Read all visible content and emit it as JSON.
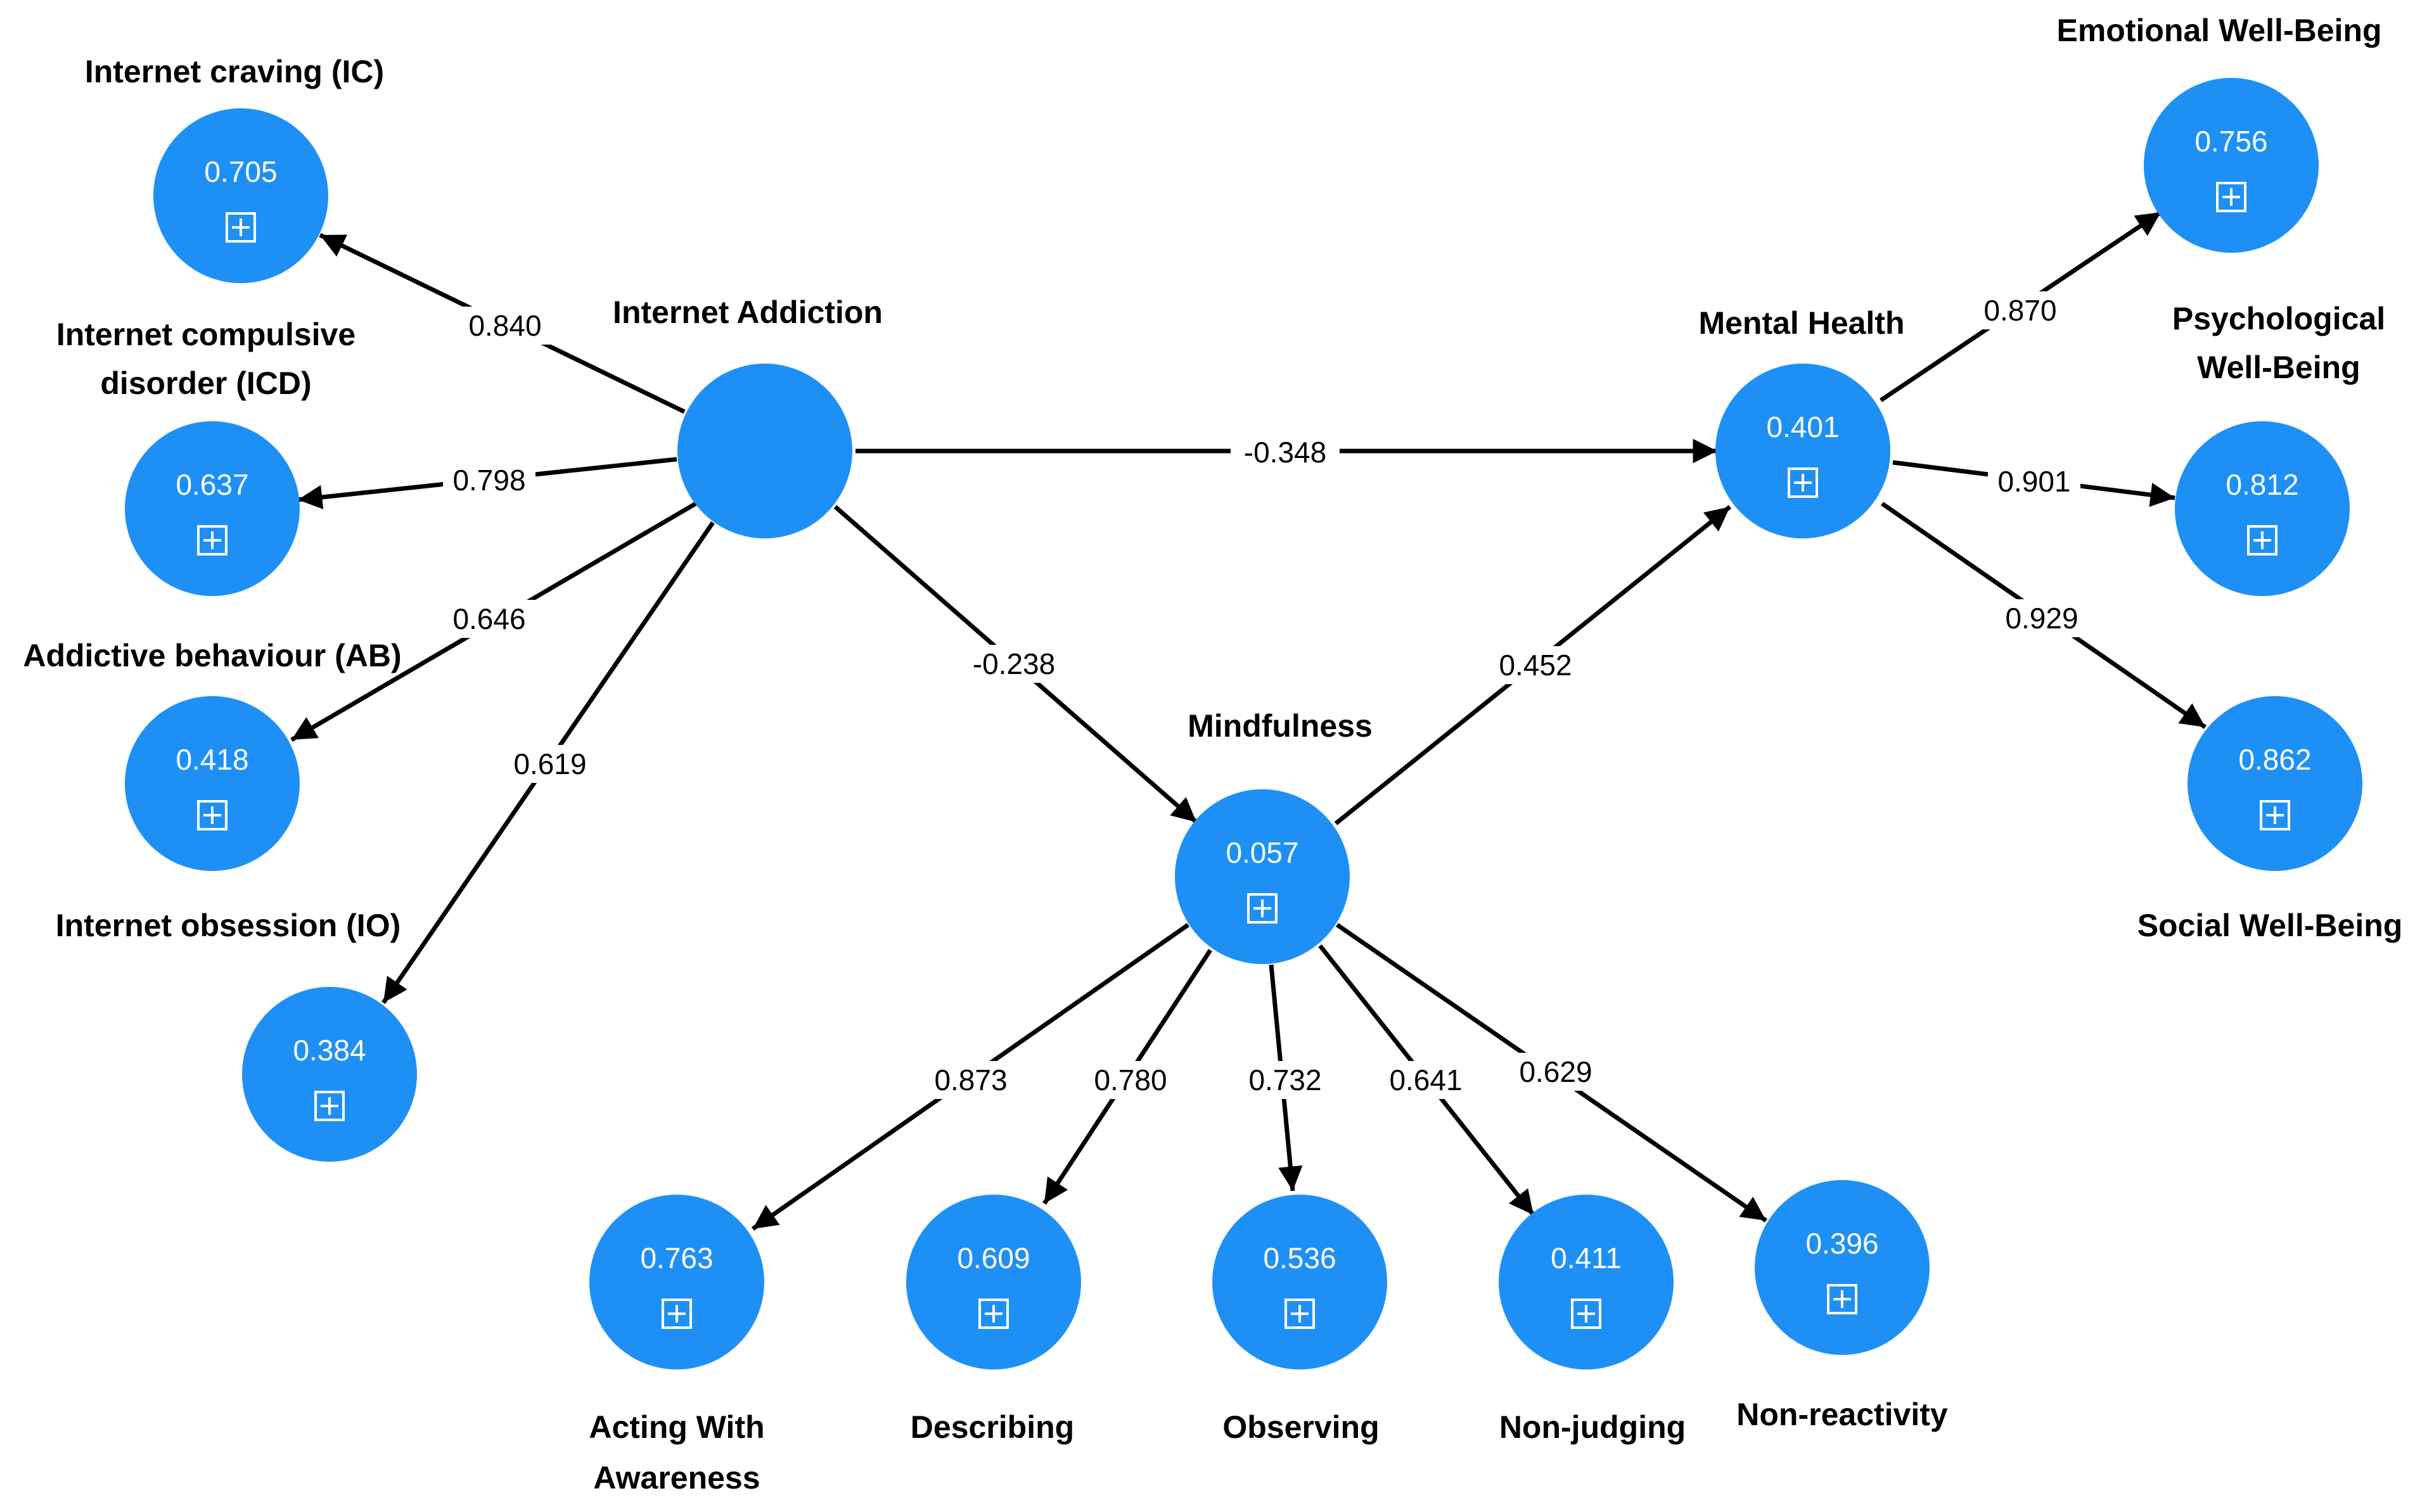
{
  "colors": {
    "node": "#1e90f5",
    "edge": "#000000",
    "node_text": "#ffffff"
  },
  "nodes": [
    {
      "id": "ia",
      "title": [
        "Internet  Addiction"
      ],
      "value": "",
      "expand": false
    },
    {
      "id": "ic",
      "title": [
        "Internet craving (IC)"
      ],
      "value": "0.705",
      "expand": true
    },
    {
      "id": "icd",
      "title": [
        "Internet compulsive",
        "disorder (ICD)"
      ],
      "value": "0.637",
      "expand": true
    },
    {
      "id": "ab",
      "title": [
        "Addictive behaviour (AB)"
      ],
      "value": "0.418",
      "expand": true
    },
    {
      "id": "io",
      "title": [
        "Internet obsession  (IO)"
      ],
      "value": "0.384",
      "expand": true
    },
    {
      "id": "mf",
      "title": [
        "Mindfulness"
      ],
      "value": "0.057",
      "expand": true
    },
    {
      "id": "mh",
      "title": [
        "Mental Health"
      ],
      "value": "0.401",
      "expand": true
    },
    {
      "id": "ewb",
      "title": [
        "Emotional Well-Being"
      ],
      "value": "0.756",
      "expand": true
    },
    {
      "id": "pwb",
      "title": [
        "Psychological",
        "Well-Being"
      ],
      "value": "0.812",
      "expand": true
    },
    {
      "id": "swb",
      "title": [
        "Social Well-Being"
      ],
      "value": "0.862",
      "expand": true
    },
    {
      "id": "awa",
      "title": [
        "Acting With",
        "Awareness"
      ],
      "value": "0.763",
      "expand": true
    },
    {
      "id": "desc",
      "title": [
        "Describing"
      ],
      "value": "0.609",
      "expand": true
    },
    {
      "id": "obs",
      "title": [
        "Observing"
      ],
      "value": "0.536",
      "expand": true
    },
    {
      "id": "nj",
      "title": [
        "Non-judging"
      ],
      "value": "0.411",
      "expand": true
    },
    {
      "id": "nr",
      "title": [
        "Non-reactivity"
      ],
      "value": "0.396",
      "expand": true
    }
  ],
  "edges": [
    {
      "from": "ia",
      "to": "ic",
      "label": "0.840"
    },
    {
      "from": "ia",
      "to": "icd",
      "label": "0.798"
    },
    {
      "from": "ia",
      "to": "ab",
      "label": "0.646"
    },
    {
      "from": "ia",
      "to": "io",
      "label": "0.619"
    },
    {
      "from": "ia",
      "to": "mh",
      "label": "-0.348"
    },
    {
      "from": "ia",
      "to": "mf",
      "label": "-0.238"
    },
    {
      "from": "mf",
      "to": "mh",
      "label": "0.452"
    },
    {
      "from": "mh",
      "to": "ewb",
      "label": "0.870"
    },
    {
      "from": "mh",
      "to": "pwb",
      "label": "0.901"
    },
    {
      "from": "mh",
      "to": "swb",
      "label": "0.929"
    },
    {
      "from": "mf",
      "to": "awa",
      "label": "0.873"
    },
    {
      "from": "mf",
      "to": "desc",
      "label": "0.780"
    },
    {
      "from": "mf",
      "to": "obs",
      "label": "0.732"
    },
    {
      "from": "mf",
      "to": "nj",
      "label": "0.641"
    },
    {
      "from": "mf",
      "to": "nr",
      "label": "0.629"
    }
  ]
}
